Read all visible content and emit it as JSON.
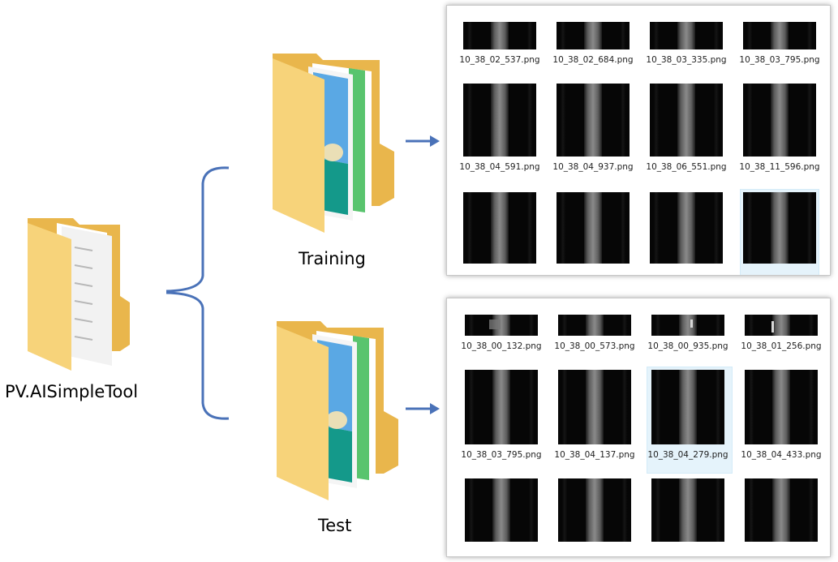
{
  "root": {
    "label": "PV.AISimpleTool"
  },
  "training": {
    "label": "Training",
    "files": [
      "10_38_02_537.png",
      "10_38_02_684.png",
      "10_38_03_335.png",
      "10_38_03_795.png",
      "10_38_04_591.png",
      "10_38_04_937.png",
      "10_38_06_551.png",
      "10_38_11_596.png"
    ]
  },
  "test": {
    "label": "Test",
    "files": [
      "10_38_00_132.png",
      "10_38_00_573.png",
      "10_38_00_935.png",
      "10_38_01_256.png",
      "10_38_03_795.png",
      "10_38_04_137.png",
      "10_38_04_279.png",
      "10_38_04_433.png"
    ]
  },
  "colors": {
    "connector": "#4a72b8",
    "folder_body": "#f6d37a",
    "folder_back": "#e8b54a"
  }
}
